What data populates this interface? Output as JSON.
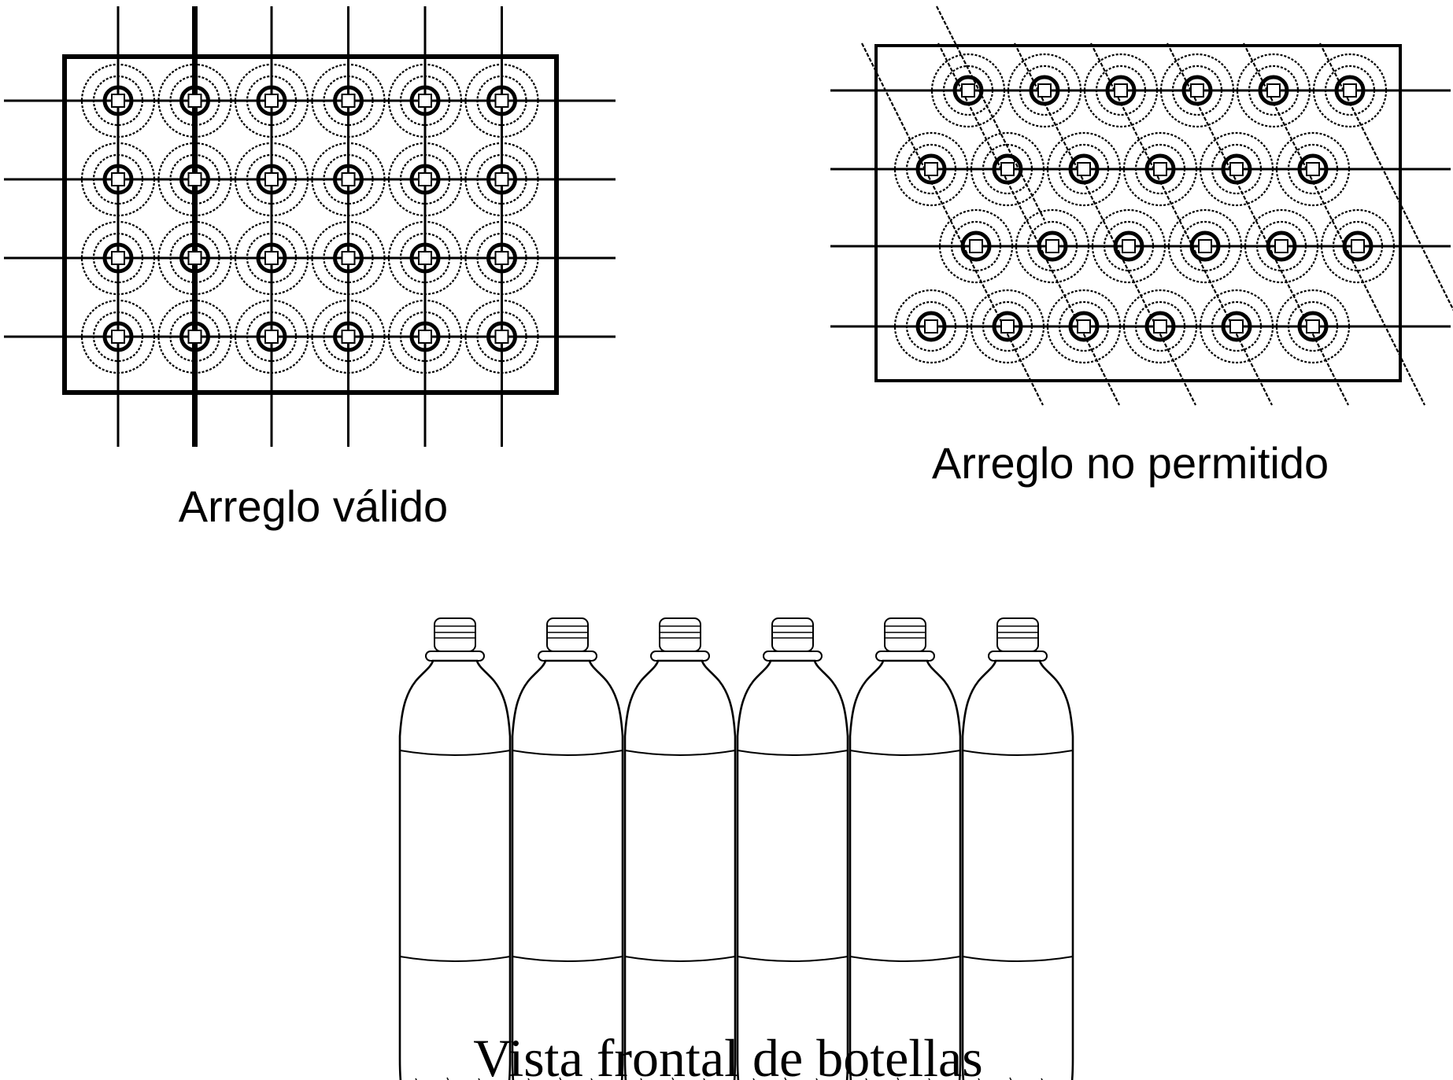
{
  "diagram": {
    "valid_arrangement": {
      "caption": "Arreglo válido",
      "rows": 4,
      "columns": 6
    },
    "invalid_arrangement": {
      "caption": "Arreglo no permitido",
      "rows": 4,
      "columns": 6
    },
    "front_view": {
      "caption": "Vista frontal de botellas",
      "bottle_count": 6
    }
  },
  "colors": {
    "line": "#000000",
    "background": "#ffffff"
  }
}
